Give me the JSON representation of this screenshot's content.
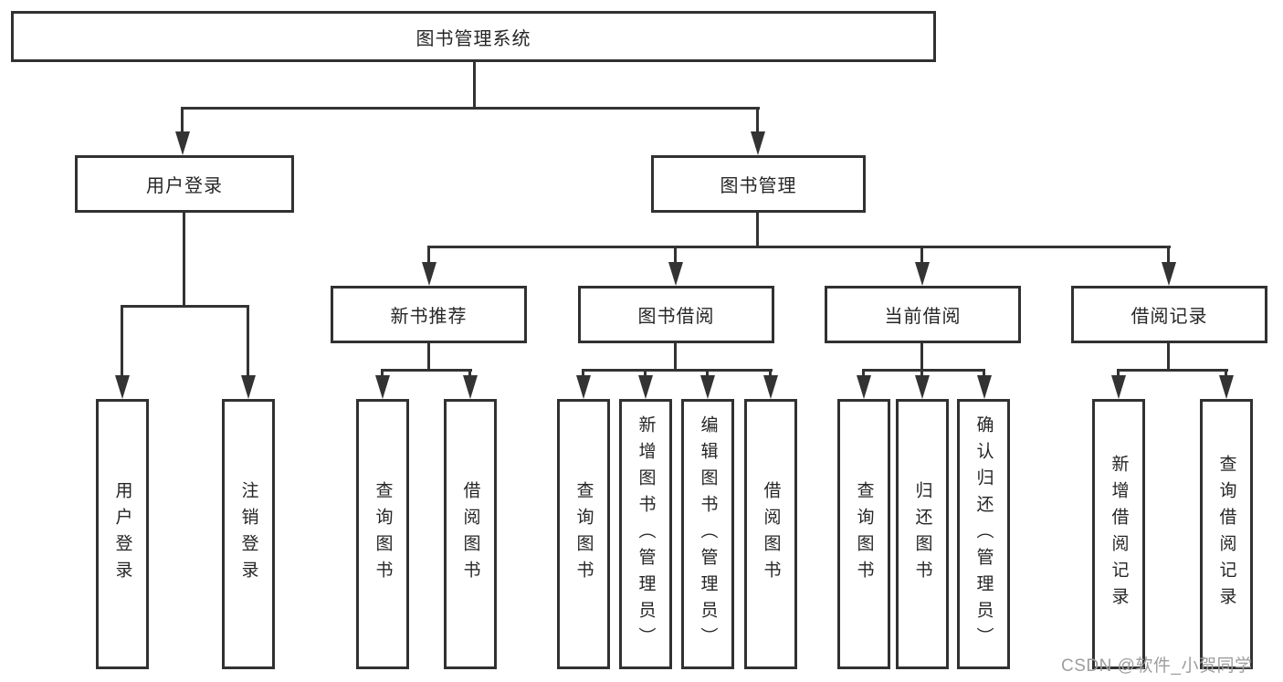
{
  "tree": {
    "label": "图书管理系统",
    "children": [
      {
        "label": "用户登录",
        "children": [
          {
            "label": "用户登录"
          },
          {
            "label": "注销登录"
          }
        ]
      },
      {
        "label": "图书管理",
        "children": [
          {
            "label": "新书推荐",
            "children": [
              {
                "label": "查询图书"
              },
              {
                "label": "借阅图书"
              }
            ]
          },
          {
            "label": "图书借阅",
            "children": [
              {
                "label": "查询图书"
              },
              {
                "label": "新增图书（管理员）"
              },
              {
                "label": "编辑图书（管理员）"
              },
              {
                "label": "借阅图书"
              }
            ]
          },
          {
            "label": "当前借阅",
            "children": [
              {
                "label": "查询图书"
              },
              {
                "label": "归还图书"
              },
              {
                "label": "确认归还（管理员）"
              }
            ]
          },
          {
            "label": "借阅记录",
            "children": [
              {
                "label": "新增借阅记录"
              },
              {
                "label": "查询借阅记录"
              }
            ]
          }
        ]
      }
    ]
  },
  "watermark": "CSDN @软件_小贺同学",
  "colors": {
    "line": "#333333",
    "box_border": "#313131",
    "text": "#262626",
    "watermark_text": "#9e9e9e",
    "background": "#ffffff"
  }
}
